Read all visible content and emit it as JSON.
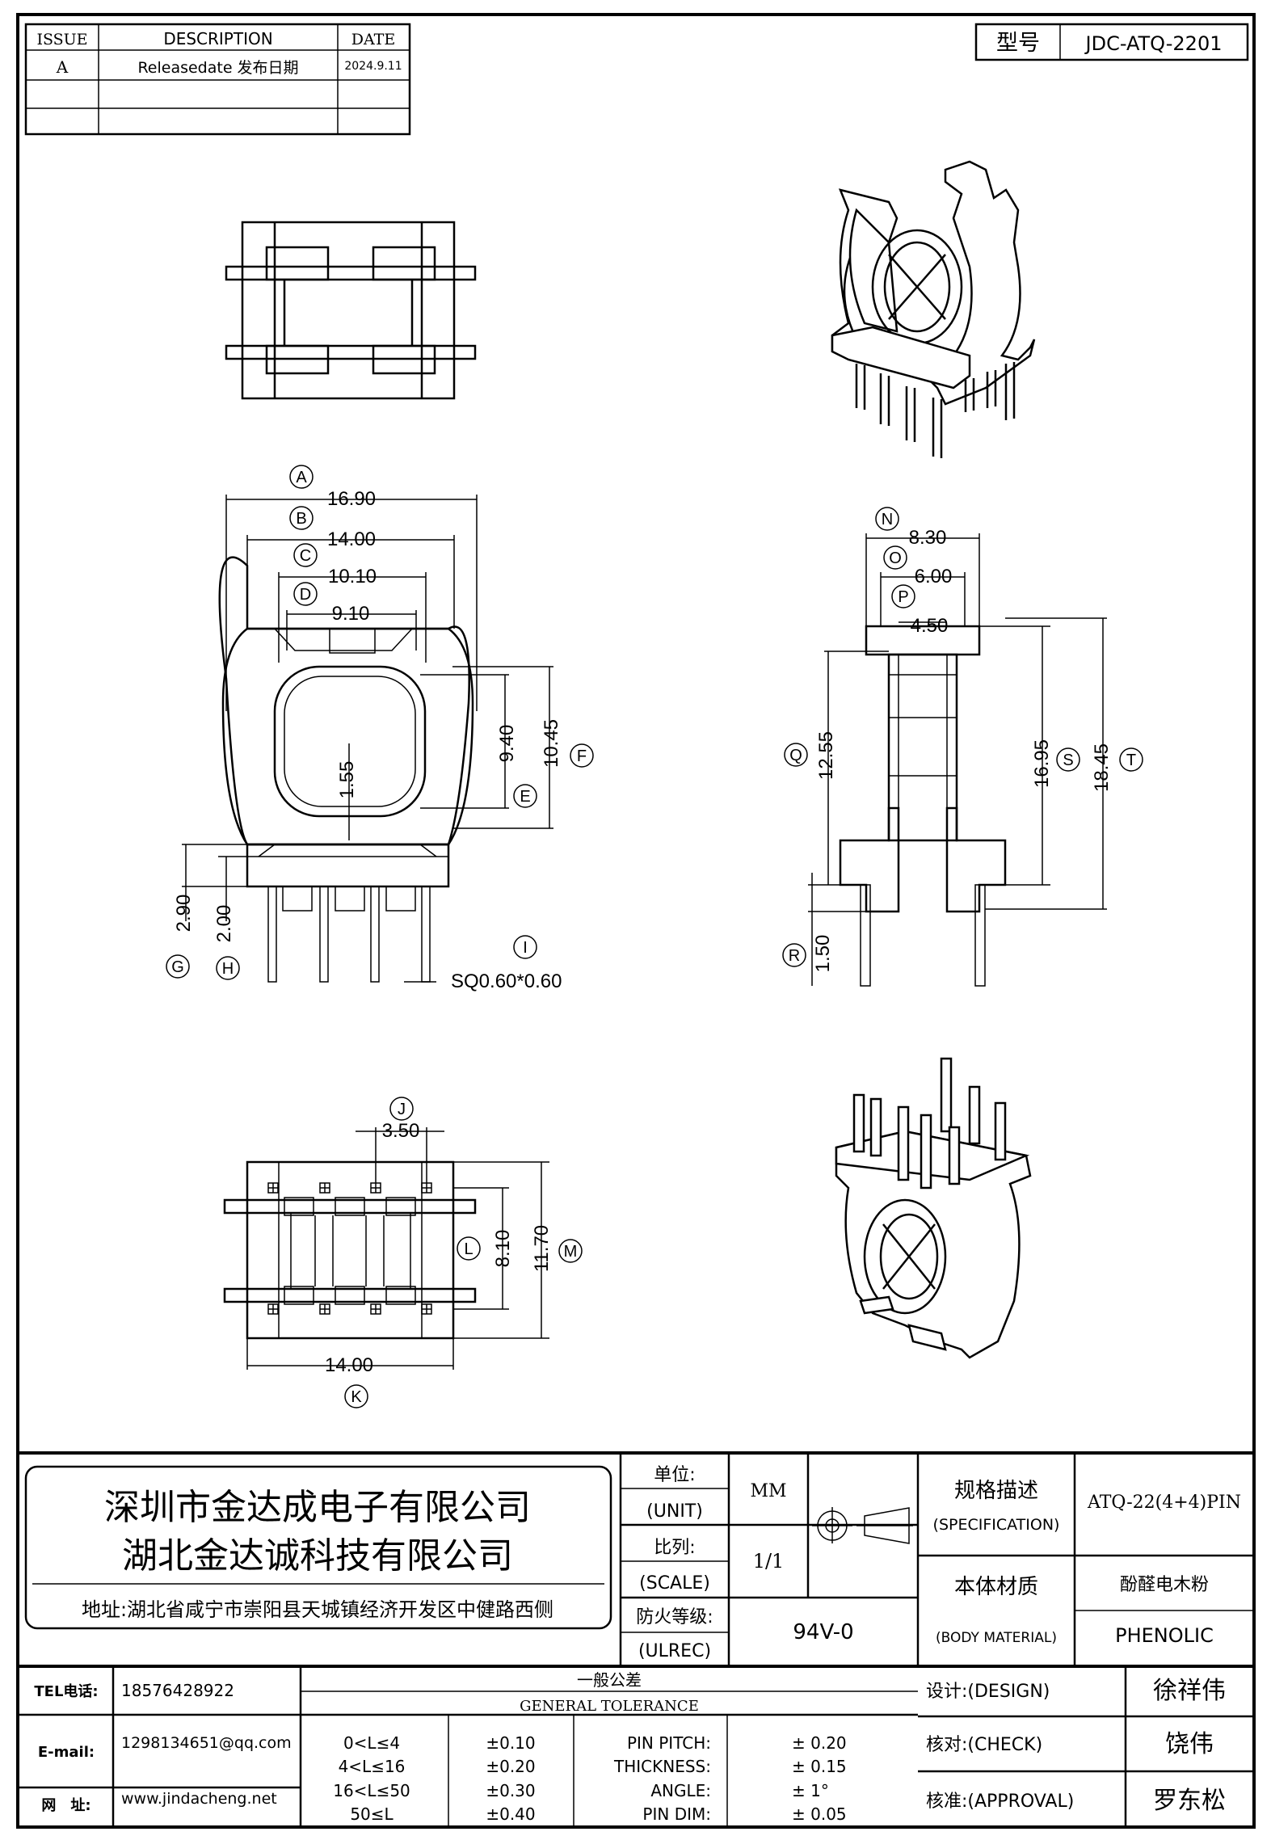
{
  "revision_table": {
    "headers": [
      "ISSUE",
      "DESCRIPTION",
      "DATE"
    ],
    "rows": [
      {
        "issue": "A",
        "description": "Releasedate 发布日期",
        "date": "2024.9.11"
      }
    ]
  },
  "model": {
    "label": "型号",
    "value": "JDC-ATQ-2201"
  },
  "dimensions": {
    "A": "16.90",
    "B": "14.00",
    "C": "10.10",
    "D": "9.10",
    "E": "9.40",
    "F": "10.45",
    "inner": "1.55",
    "G": "2.90",
    "H": "2.00",
    "I": "SQ0.60*0.60",
    "J": "3.50",
    "K": "14.00",
    "L": "8.10",
    "M": "11.70",
    "N": "8.30",
    "O": "6.00",
    "P": "4.50",
    "Q": "12.55",
    "R": "1.50",
    "S": "16.95",
    "T": "18.45"
  },
  "letters": {
    "A": "A",
    "B": "B",
    "C": "C",
    "D": "D",
    "E": "E",
    "F": "F",
    "G": "G",
    "H": "H",
    "I": "I",
    "J": "J",
    "K": "K",
    "L": "L",
    "M": "M",
    "N": "N",
    "O": "O",
    "P": "P",
    "Q": "Q",
    "R": "R",
    "S": "S",
    "T": "T"
  },
  "company": {
    "name1": "深圳市金达成电子有限公司",
    "name2": "湖北金达诚科技有限公司",
    "address": "地址:湖北省咸宁市崇阳县天城镇经济开发区中健路西侧"
  },
  "title_block": {
    "unit_cn": "单位:",
    "unit_en": "(UNIT)",
    "unit_value": "MM",
    "scale_cn": "比列:",
    "scale_en": "(SCALE)",
    "scale_value": "1/1",
    "ulrec_cn": "防火等级:",
    "ulrec_en": "(ULREC)",
    "ulrec_value": "94V-0",
    "spec_cn": "规格描述",
    "spec_en": "(SPECIFICATION)",
    "spec_value": "ATQ-22(4+4)PIN",
    "material_cn": "本体材质",
    "material_en": "(BODY MATERIAL)",
    "material_value_cn": "酚醛电木粉",
    "material_value_en": "PHENOLIC"
  },
  "contact": {
    "tel_label": "TEL电话:",
    "tel": "18576428922",
    "email_label": "E-mail:",
    "email": "1298134651@qq.com",
    "web_label": "网　址:",
    "web": "www.jindacheng.net"
  },
  "tolerance": {
    "title_cn": "一般公差",
    "title_en": "GENERAL TOLERANCE",
    "rows": [
      {
        "range": "0<L≤4",
        "tol": "±0.10",
        "item": "PIN PITCH:",
        "value": "±  0.20"
      },
      {
        "range": "4<L≤16",
        "tol": "±0.20",
        "item": "THICKNESS:",
        "value": "±  0.15"
      },
      {
        "range": "16<L≤50",
        "tol": "±0.30",
        "item": "ANGLE:",
        "value": "±  1°"
      },
      {
        "range": "50≤L",
        "tol": "±0.40",
        "item": "PIN DIM:",
        "value": "±  0.05"
      }
    ]
  },
  "signoff": {
    "design_label": "设计:(DESIGN)",
    "design": "徐祥伟",
    "check_label": "核对:(CHECK)",
    "check": "饶伟",
    "approval_label": "核准:(APPROVAL)",
    "approval": "罗东松"
  }
}
